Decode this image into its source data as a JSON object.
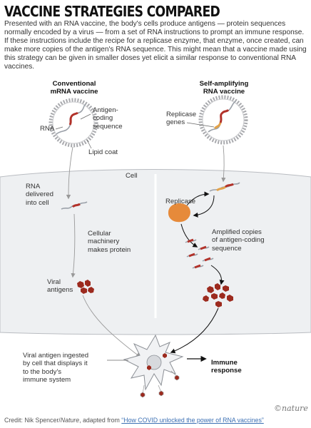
{
  "title": "VACCINE STRATEGIES COMPARED",
  "intro": "Presented with an RNA vaccine, the body's cells produce antigens — protein sequences normally encoded by a virus — from a set of RNA instructions to prompt an immune response. If these instructions include the recipe for a replicase enzyme, that enzyme, once created, can make more copies of the antigen's RNA sequence. This might mean that a vaccine made using this strategy can be given in smaller doses yet elicit a similar response to conventional RNA vaccines.",
  "left": {
    "heading": "Conventional\nmRNA vaccine",
    "antigen_label": "Antigen-\ncoding\nsequence",
    "rna_label": "RNA",
    "lipid_label": "Lipid coat",
    "delivered_label": "RNA\ndelivered\ninto cell",
    "machinery_label": "Cellular\nmachinery\nmakes protein",
    "viral_antigens_label": "Viral\nantigens"
  },
  "right": {
    "heading": "Self-amplifying\nRNA vaccine",
    "replicase_genes_label": "Replicase\ngenes",
    "replicase_label": "Replicase",
    "amplified_label": "Amplified copies\nof antigen-coding\nsequence"
  },
  "cell_label": "Cell",
  "bottom": {
    "ingested_label": "Viral antigen ingested\nby cell that displays it\nto the body's\nimmune system",
    "immune_label": "Immune\nresponse"
  },
  "credit": {
    "prefix": "Credit: Nik Spencer/",
    "journal": "Nature",
    "middle": ", adapted from ",
    "link": "“How COVID unlocked the power of RNA vaccines”"
  },
  "logo": "©nature",
  "colors": {
    "cell_fill": "#eef0f2",
    "lipid": "#a9aaae",
    "rna": "#9aa0a8",
    "antigen_seq": "#b2322a",
    "replicase_gene": "#e3a24a",
    "replicase_enzyme": "#e68a3a",
    "antigen": "#9c2a1e"
  }
}
